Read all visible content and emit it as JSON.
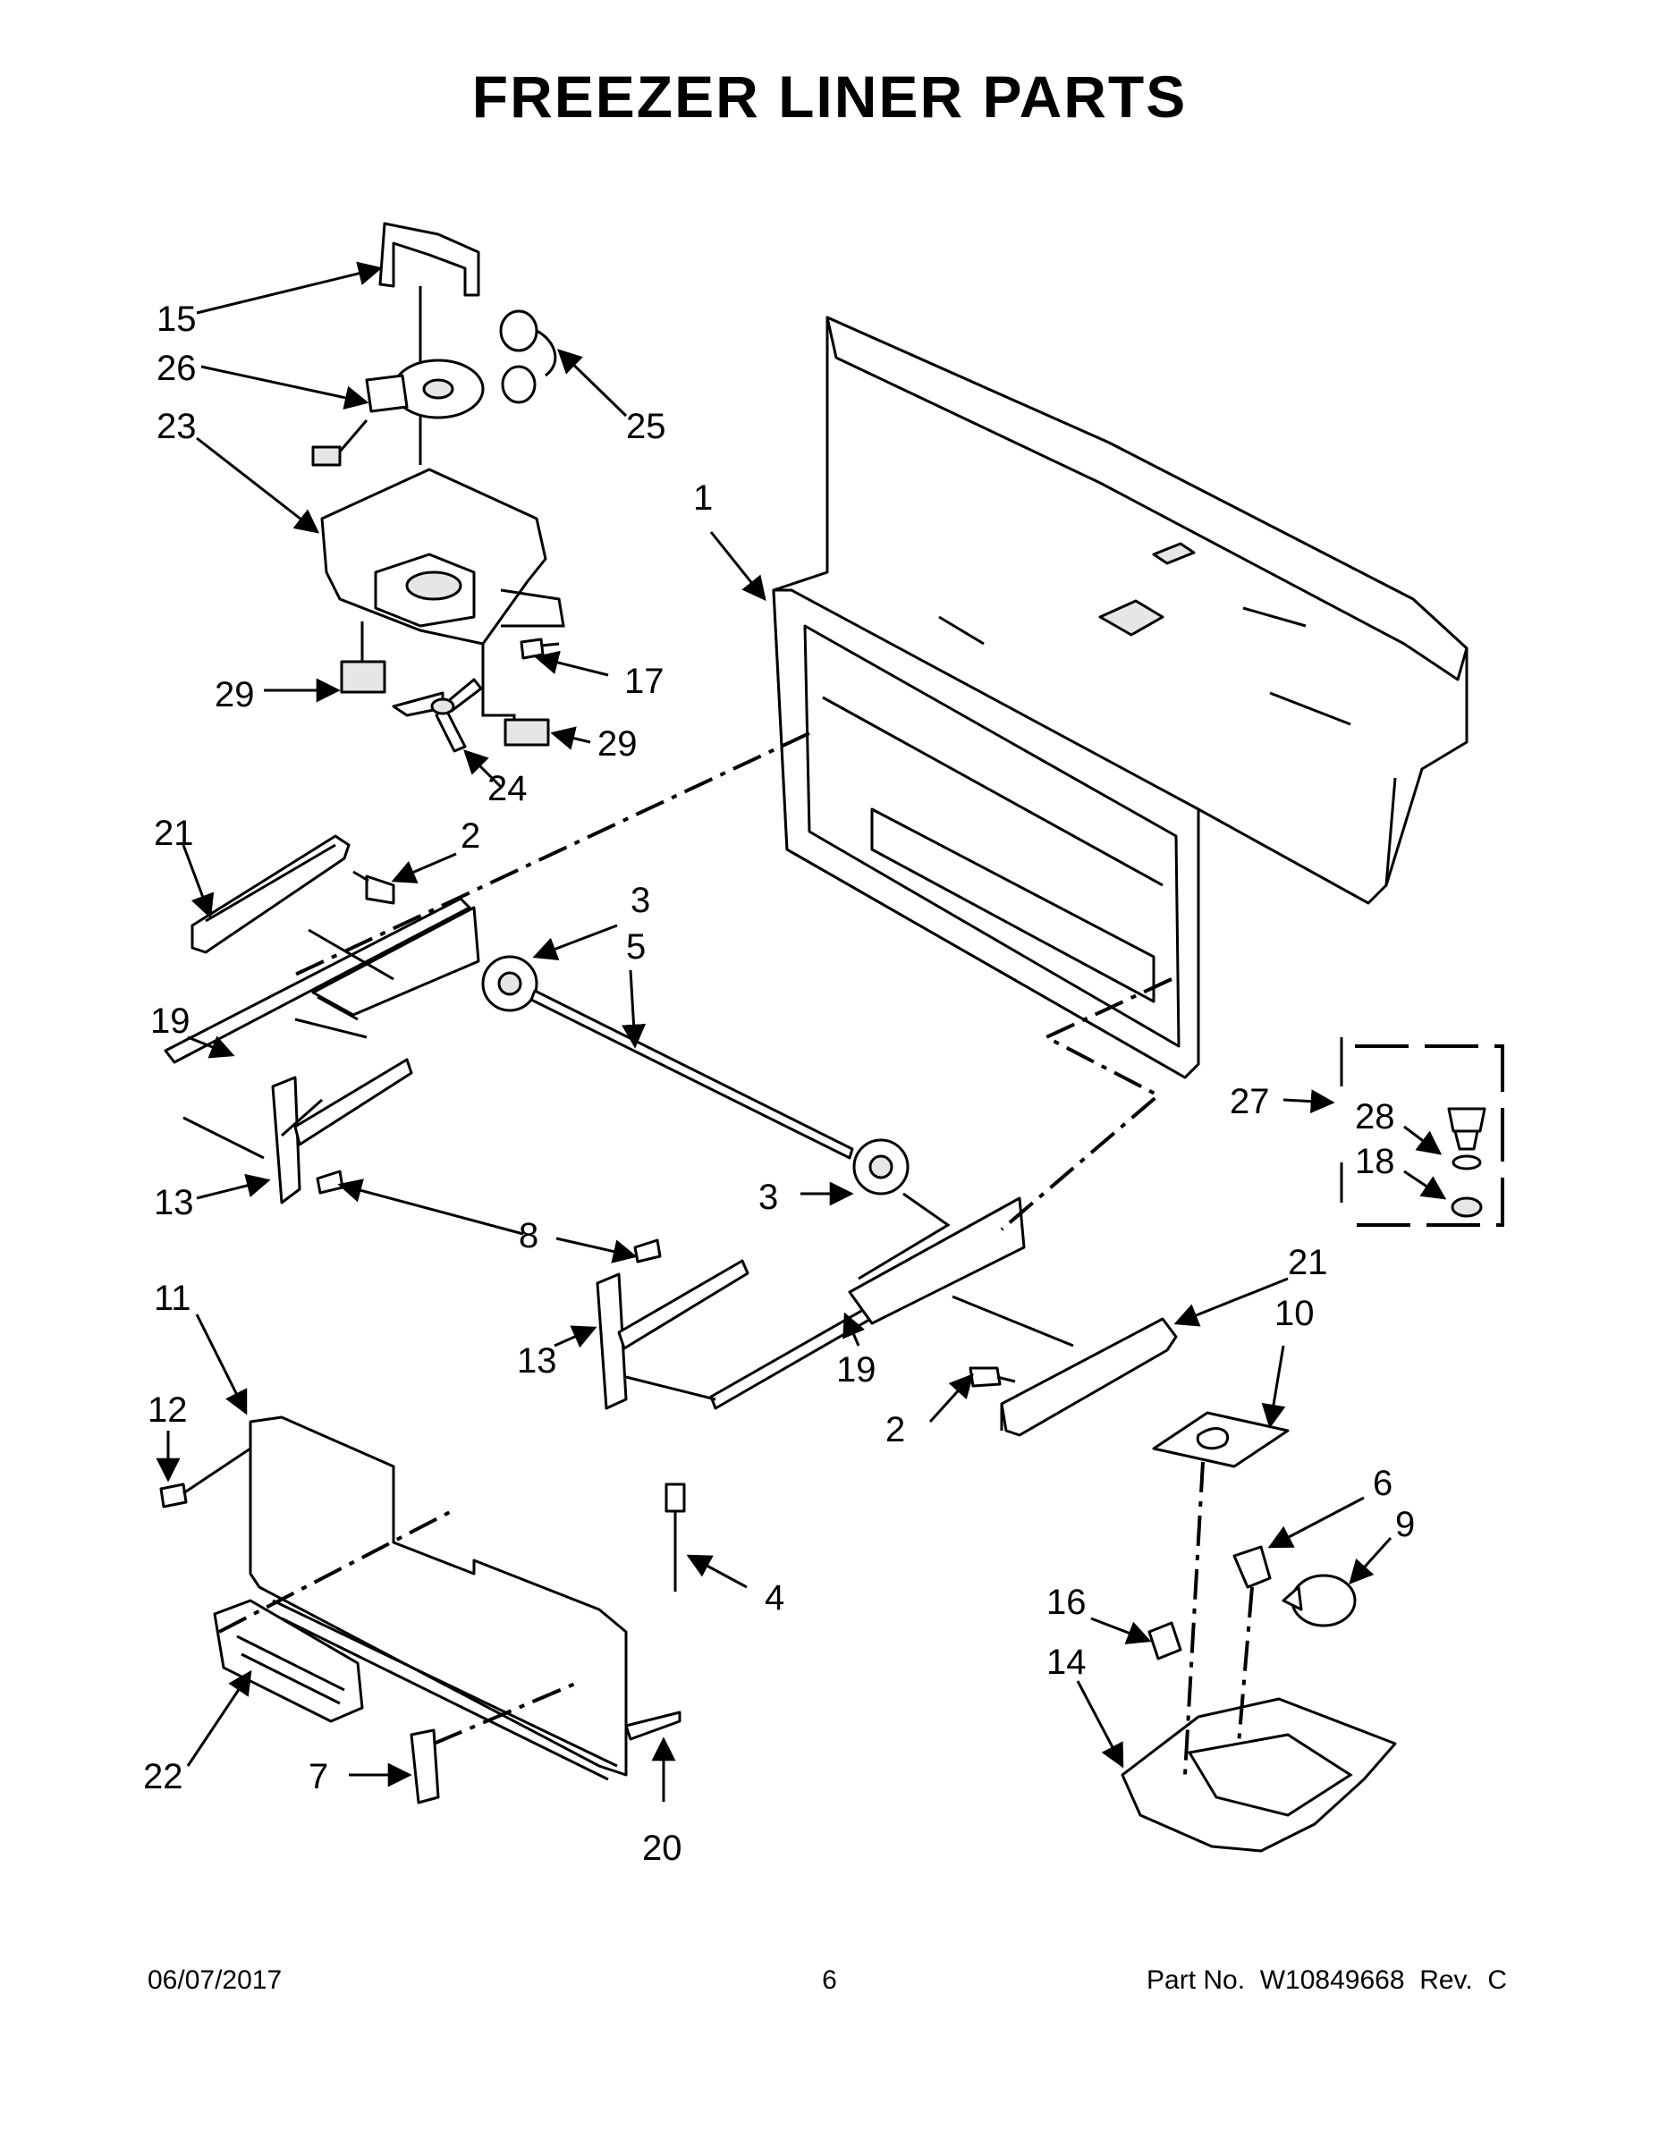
{
  "title": "FREEZER LINER PARTS",
  "footer": {
    "date": "06/07/2017",
    "page": "6",
    "part_number": "Part No.  W10849668  Rev.  C"
  },
  "callouts": [
    {
      "id": "c15",
      "label": "15"
    },
    {
      "id": "c26",
      "label": "26"
    },
    {
      "id": "c23",
      "label": "23"
    },
    {
      "id": "c25",
      "label": "25"
    },
    {
      "id": "c1",
      "label": "1"
    },
    {
      "id": "c17",
      "label": "17"
    },
    {
      "id": "c29a",
      "label": "29"
    },
    {
      "id": "c29b",
      "label": "29"
    },
    {
      "id": "c24",
      "label": "24"
    },
    {
      "id": "c21a",
      "label": "21"
    },
    {
      "id": "c2a",
      "label": "2"
    },
    {
      "id": "c3a",
      "label": "3"
    },
    {
      "id": "c5",
      "label": "5"
    },
    {
      "id": "c19a",
      "label": "19"
    },
    {
      "id": "c27",
      "label": "27"
    },
    {
      "id": "c28",
      "label": "28"
    },
    {
      "id": "c18",
      "label": "18"
    },
    {
      "id": "c13a",
      "label": "13"
    },
    {
      "id": "c3b",
      "label": "3"
    },
    {
      "id": "c8",
      "label": "8"
    },
    {
      "id": "c21b",
      "label": "21"
    },
    {
      "id": "c11",
      "label": "11"
    },
    {
      "id": "c10",
      "label": "10"
    },
    {
      "id": "c13b",
      "label": "13"
    },
    {
      "id": "c19b",
      "label": "19"
    },
    {
      "id": "c2b",
      "label": "2"
    },
    {
      "id": "c12",
      "label": "12"
    },
    {
      "id": "c6",
      "label": "6"
    },
    {
      "id": "c9",
      "label": "9"
    },
    {
      "id": "c4",
      "label": "4"
    },
    {
      "id": "c16",
      "label": "16"
    },
    {
      "id": "c14",
      "label": "14"
    },
    {
      "id": "c22",
      "label": "22"
    },
    {
      "id": "c7",
      "label": "7"
    },
    {
      "id": "c20",
      "label": "20"
    }
  ]
}
